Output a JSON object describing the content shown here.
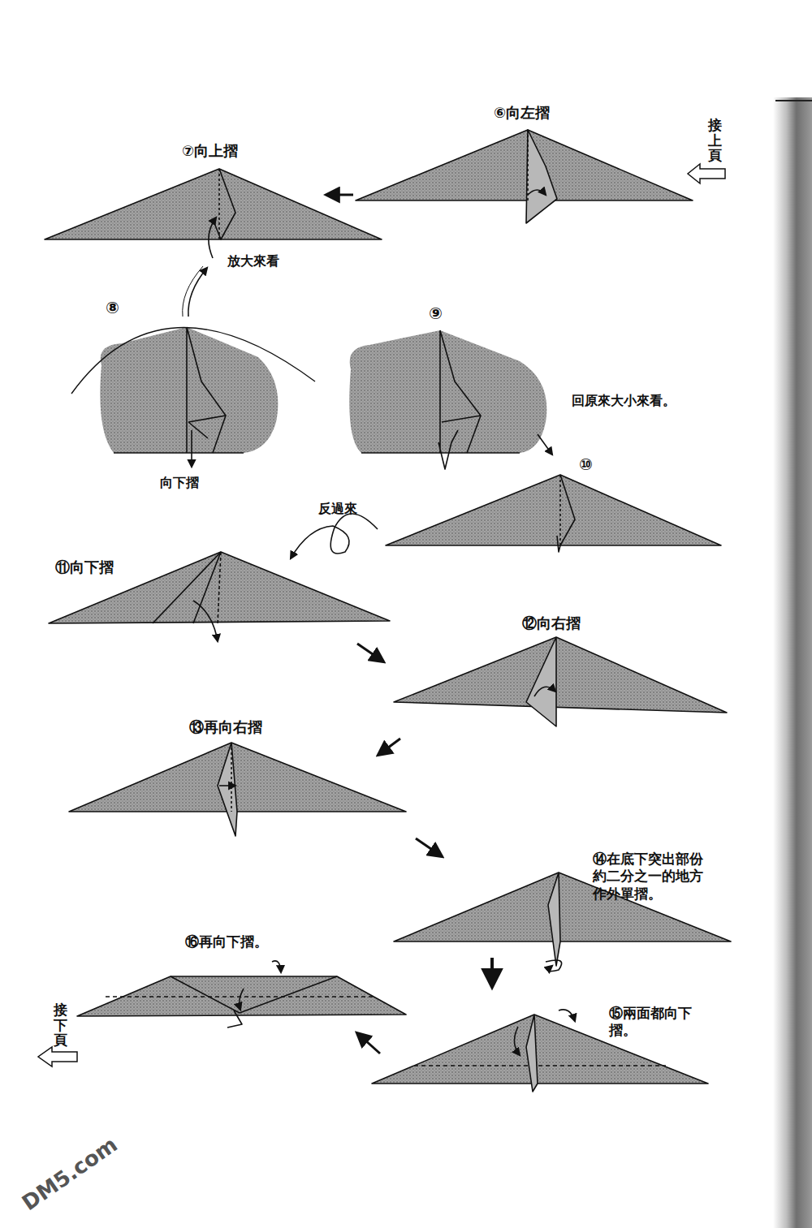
{
  "diagram": {
    "labels": [
      "⑥向左摺",
      "接上頁",
      "⑦向上摺",
      "放大來看",
      "⑧",
      "向下摺",
      "⑨",
      "回原來大小來看。",
      "⑩",
      "反過來",
      "⑪向下摺",
      "⑫向右摺",
      "⑬再向右摺",
      "⑭在底下突出部份約二分之一的地方作外單摺。",
      "⑮兩面都向下摺。",
      "⑯再向下摺。",
      "接下頁",
      "DM5.com"
    ]
  }
}
